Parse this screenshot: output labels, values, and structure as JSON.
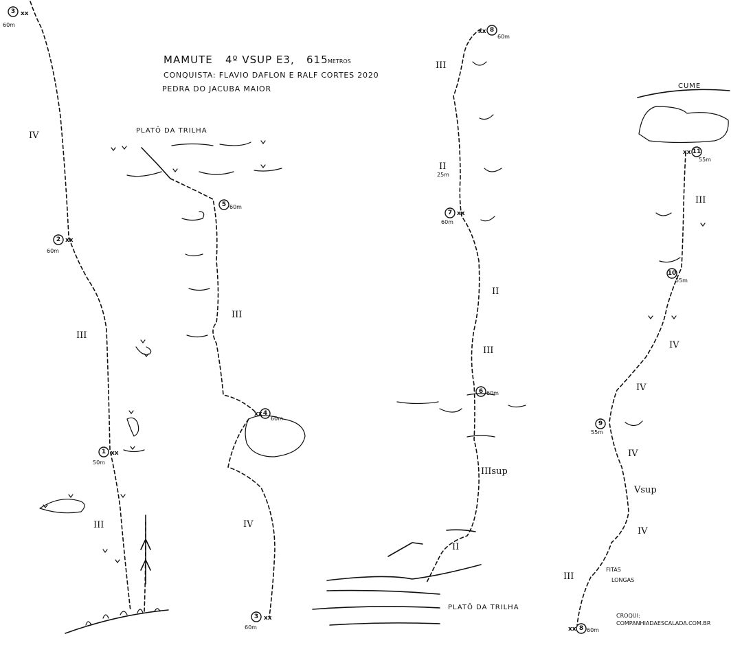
{
  "title": {
    "line1_route": "MAMUTE",
    "line1_grade": "4º VSUP E3,",
    "line1_length_num": "615",
    "line1_length_unit": "METROS",
    "line2": "CONQUISTA: FLAVIO DAFLON E RALF CORTES 2020",
    "line3": "PEDRA DO JACUBA MAIOR"
  },
  "labels": {
    "plato_top": "PLATÔ DA TRILHA",
    "plato_bottom": "PLATÔ DA TRILHA",
    "cume": "CUME",
    "fitas_line1": "FITAS",
    "fitas_line2": "LONGAS",
    "credit_line1": "CROQUI:",
    "credit_line2": "COMPANHIADAESCALADA.COM.BR"
  },
  "belays": [
    {
      "num": "1",
      "length": "50m"
    },
    {
      "num": "2",
      "length": "60m"
    },
    {
      "num": "3",
      "length": "60m"
    },
    {
      "num": "3",
      "length": "60m"
    },
    {
      "num": "4",
      "length": "60m"
    },
    {
      "num": "5",
      "length": "60m"
    },
    {
      "num": "6",
      "length": "60m"
    },
    {
      "num": "7",
      "length": "60m"
    },
    {
      "num": "8",
      "length": "60m"
    },
    {
      "num": "9",
      "length": "55m"
    },
    {
      "num": "10",
      "length": "55m"
    },
    {
      "num": "11",
      "length": "55m"
    },
    {
      "num": "8",
      "length": "60m"
    }
  ],
  "grades": [
    "IV",
    "III",
    "III",
    "III",
    "IV",
    "III",
    "II",
    "II",
    "III",
    "IIIsup",
    "II",
    "III",
    "IV",
    "IV",
    "IV",
    "Vsup",
    "IV",
    "III"
  ],
  "grade_extra": {
    "ii_length": "25m"
  },
  "bolt_mark": "xx"
}
